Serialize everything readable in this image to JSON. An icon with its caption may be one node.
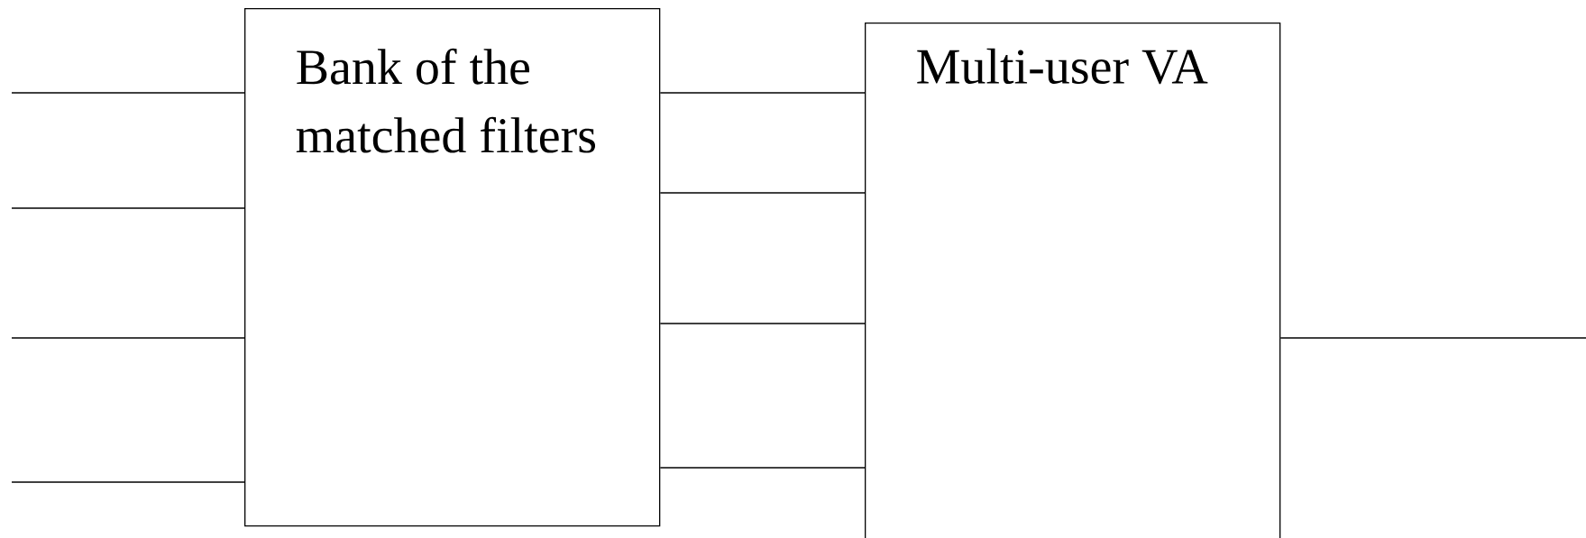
{
  "diagram": {
    "nodes": [
      {
        "text": [
          "Bank of the matched filters"
        ]
      },
      {
        "text": [
          "Multi-user VA"
        ]
      }
    ],
    "edges": [
      {
        "from": null,
        "to": 0,
        "arrow": "none"
      },
      {
        "from": null,
        "to": 0,
        "arrow": "none"
      },
      {
        "from": null,
        "to": 0,
        "arrow": "none"
      },
      {
        "from": null,
        "to": 0,
        "arrow": "none"
      },
      {
        "from": 0,
        "to": 1,
        "arrow": "none"
      },
      {
        "from": 0,
        "to": 1,
        "arrow": "none"
      },
      {
        "from": 0,
        "to": 1,
        "arrow": "none"
      },
      {
        "from": 0,
        "to": 1,
        "arrow": "none"
      },
      {
        "from": 1,
        "to": null,
        "arrow": "none"
      }
    ]
  }
}
